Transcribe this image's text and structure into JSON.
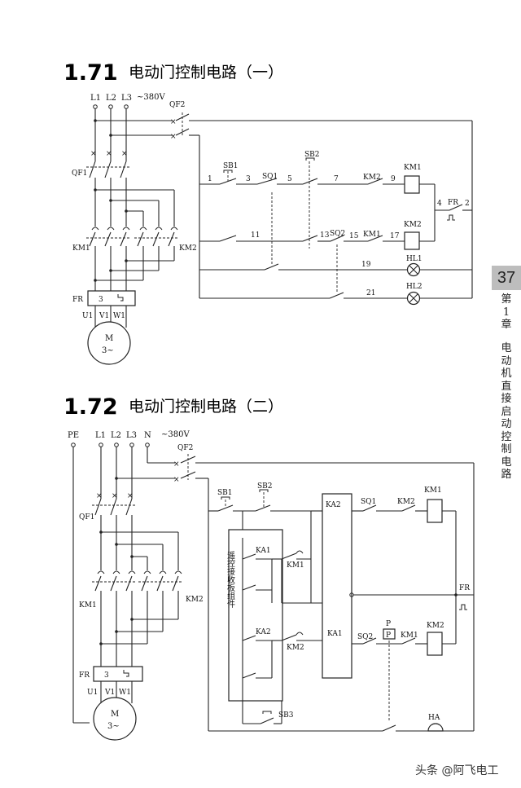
{
  "sections": [
    {
      "number": "1.71",
      "title": "电动门控制电路（一）"
    },
    {
      "number": "1.72",
      "title": "电动门控制电路（二）"
    }
  ],
  "side": {
    "page_number": "37",
    "chapter_top": "第1章",
    "chapter_name": "电动机直接启动控制电路"
  },
  "watermark": "头条 @阿飞电工",
  "c1": {
    "phases": [
      "L1",
      "L2",
      "L3"
    ],
    "voltage": "~380V",
    "qf2": "QF2",
    "qf1": "QF1",
    "km1": "KM1",
    "km2": "KM2",
    "fr": "FR",
    "fr_num": "3",
    "uvw": [
      "U1",
      "V1",
      "W1"
    ],
    "motor_m": "M",
    "motor_3": "3~",
    "sb1": "SB1",
    "sb2": "SB2",
    "sq1": "SQ1",
    "sq2": "SQ2",
    "hl1": "HL1",
    "hl2": "HL2",
    "nodes": [
      "1",
      "3",
      "5",
      "7",
      "9",
      "4",
      "2",
      "11",
      "13",
      "15",
      "17",
      "19",
      "21"
    ]
  },
  "c2": {
    "pe": "PE",
    "n": "N",
    "phases": [
      "L1",
      "L2",
      "L3"
    ],
    "voltage": "~380V",
    "qf2": "QF2",
    "qf1": "QF1",
    "km1": "KM1",
    "km2": "KM2",
    "fr": "FR",
    "fr_num": "3",
    "uvw": [
      "U1",
      "V1",
      "W1"
    ],
    "motor_m": "M",
    "motor_3": "3~",
    "sb1": "SB1",
    "sb2": "SB2",
    "sb3": "SB3",
    "ka1": "KA1",
    "ka2": "KA2",
    "sq1": "SQ1",
    "sq2": "SQ2",
    "p": "P",
    "ha": "HA",
    "receiver": "遥控接收板组件"
  }
}
